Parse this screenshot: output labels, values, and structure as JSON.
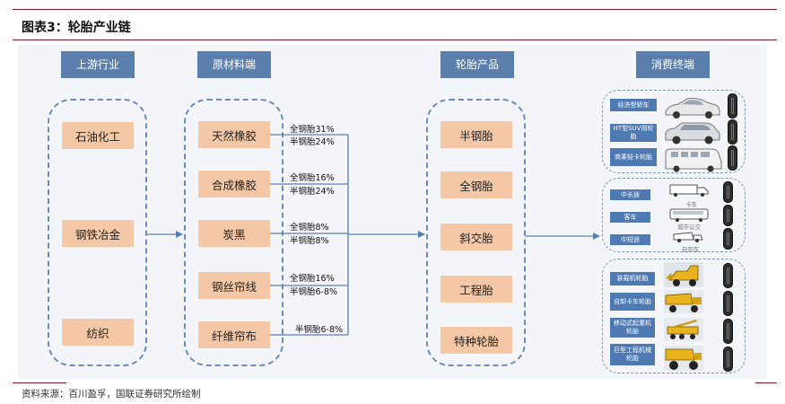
{
  "title": "图表3：轮胎产业链",
  "source": "资料来源：百川盈孚，国联证券研究所绘制",
  "columns": {
    "upstream": {
      "header": "上游行业",
      "items": [
        "石油化工",
        "钢铁冶金",
        "纺织"
      ]
    },
    "materials": {
      "header": "原材料端",
      "items": [
        "天然橡胶",
        "合成橡胶",
        "炭黑",
        "钢丝帘线",
        "纤维帘布"
      ]
    },
    "products": {
      "header": "轮胎产品",
      "items": [
        "半钢胎",
        "全钢胎",
        "斜交胎",
        "工程胎",
        "特种轮胎"
      ]
    },
    "consumer": {
      "header": "消费终端"
    }
  },
  "ratios": [
    {
      "l1": "全钢胎31%",
      "l2": "半钢胎24%"
    },
    {
      "l1": "全钢胎16%",
      "l2": "半钢胎24%"
    },
    {
      "l1": "全钢胎8%",
      "l2": "半钢胎8%"
    },
    {
      "l1": "全钢胎16%",
      "l2": "半钢胎6-8%"
    },
    {
      "l1": "半钢胎6-8%"
    }
  ],
  "consumer_groups": {
    "passenger": [
      "经济型轿车",
      "HT型SUV用轮胎",
      "商乘轻卡轮胎"
    ],
    "commercial": [
      "中长途",
      "客车",
      "中短途"
    ],
    "commercial_captions": [
      "卡车",
      "城市公交",
      "自卸车"
    ],
    "engineering": [
      "装载机轮胎",
      "自卸卡车轮胎",
      "移动式起重机轮胎",
      "巨型工程机械轮胎"
    ]
  },
  "colors": {
    "header_bg": "#5b7fad",
    "item_bg": "#f4c8a7",
    "dashed_border": "#6a8cb8",
    "rule": "#8b1a2b",
    "connector": "#5b7fad"
  }
}
